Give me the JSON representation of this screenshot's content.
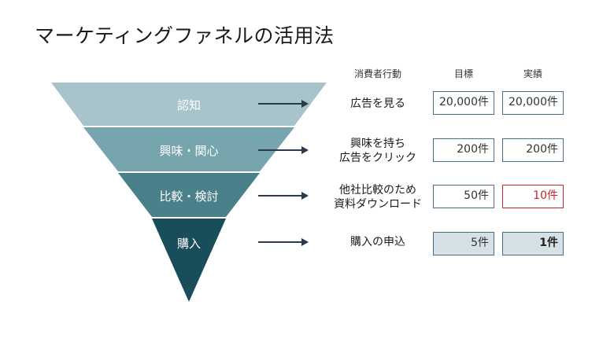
{
  "title": "マーケティングファネルの活用法",
  "headers": {
    "behavior": "消費者行動",
    "target": "目標",
    "actual": "実績"
  },
  "stages": [
    {
      "label": "認知",
      "behavior_lines": [
        "広告を見る"
      ],
      "target": "20,000件",
      "actual": "20,000件",
      "color": "#a6c4ca"
    },
    {
      "label": "興味・関心",
      "behavior_lines": [
        "興味を持ち",
        "広告をクリック"
      ],
      "target": "200件",
      "actual": "200件",
      "color": "#76a5ae"
    },
    {
      "label": "比較・検討",
      "behavior_lines": [
        "他社比較のため",
        "資料ダウンロード"
      ],
      "target": "50件",
      "actual": "10件",
      "color": "#4a8089"
    },
    {
      "label": "購入",
      "behavior_lines": [
        "購入の申込"
      ],
      "target": "5件",
      "actual": "1件",
      "color": "#1a4d5a"
    }
  ],
  "colors": {
    "arrow": "#2b3a48",
    "cell_border": "#4a6e82",
    "alert": "#c0272d",
    "highlight_fill": "#d6e1e6"
  }
}
